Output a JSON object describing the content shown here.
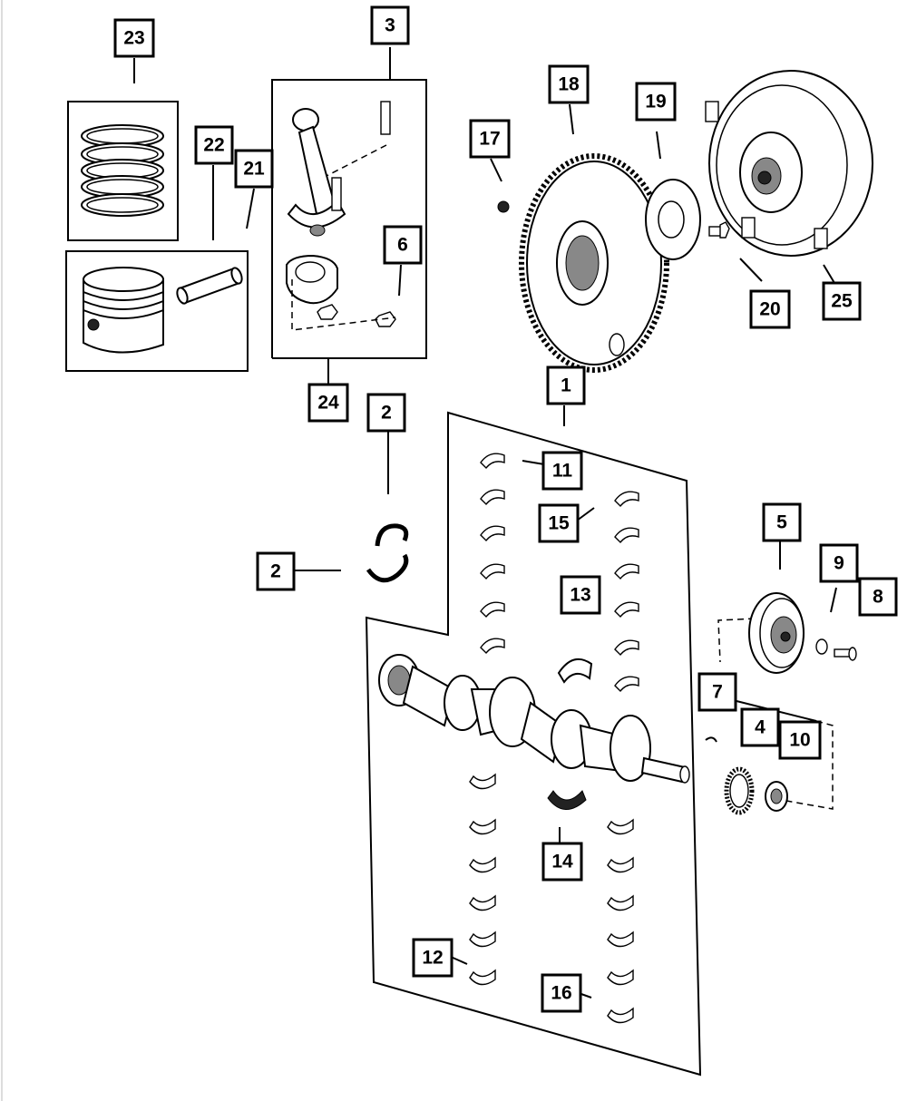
{
  "callouts": [
    {
      "id": "c1",
      "label": "1"
    },
    {
      "id": "c2a",
      "label": "2"
    },
    {
      "id": "c2b",
      "label": "2"
    },
    {
      "id": "c3",
      "label": "3"
    },
    {
      "id": "c4",
      "label": "4"
    },
    {
      "id": "c5",
      "label": "5"
    },
    {
      "id": "c6",
      "label": "6"
    },
    {
      "id": "c7",
      "label": "7"
    },
    {
      "id": "c8",
      "label": "8"
    },
    {
      "id": "c9",
      "label": "9"
    },
    {
      "id": "c10",
      "label": "10"
    },
    {
      "id": "c11",
      "label": "11"
    },
    {
      "id": "c12",
      "label": "12"
    },
    {
      "id": "c13",
      "label": "13"
    },
    {
      "id": "c14",
      "label": "14"
    },
    {
      "id": "c15",
      "label": "15"
    },
    {
      "id": "c16",
      "label": "16"
    },
    {
      "id": "c17",
      "label": "17"
    },
    {
      "id": "c18",
      "label": "18"
    },
    {
      "id": "c19",
      "label": "19"
    },
    {
      "id": "c20",
      "label": "20"
    },
    {
      "id": "c21",
      "label": "21"
    },
    {
      "id": "c22",
      "label": "22"
    },
    {
      "id": "c23",
      "label": "23"
    },
    {
      "id": "c24",
      "label": "24"
    },
    {
      "id": "c25",
      "label": "25"
    }
  ]
}
